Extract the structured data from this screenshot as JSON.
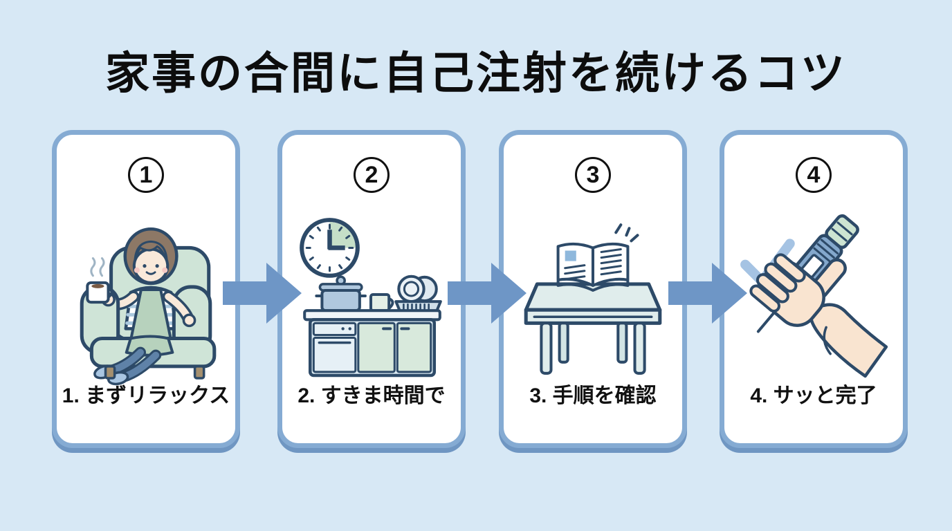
{
  "title": "家事の合間に自己注射を続けるコツ",
  "steps": [
    {
      "number": "1",
      "caption": "1. まずリラックス",
      "illustration": "woman-relaxing-in-armchair-with-coffee"
    },
    {
      "number": "2",
      "caption": "2. すきま時間で",
      "illustration": "kitchen-counter-with-clock"
    },
    {
      "number": "3",
      "caption": "3. 手順を確認",
      "illustration": "instruction-book-on-table"
    },
    {
      "number": "4",
      "caption": "4. サッと完了",
      "illustration": "hand-holding-injection-pen-with-checkmark"
    }
  ],
  "connectors": {
    "icon": "arrow-right-icon",
    "count": 3,
    "color": "#6e96c6"
  },
  "colors": {
    "background": "#d7e8f5",
    "card_fill": "#ffffff",
    "card_border": "#85abd3",
    "card_shadow": "#6f96c2",
    "outline": "#2d4a68",
    "title_text": "#0d0d0d",
    "accent_mint": "#cfe4d7",
    "accent_blue": "#a9c7e2",
    "checkmark_blue": "#a5c3e3"
  }
}
